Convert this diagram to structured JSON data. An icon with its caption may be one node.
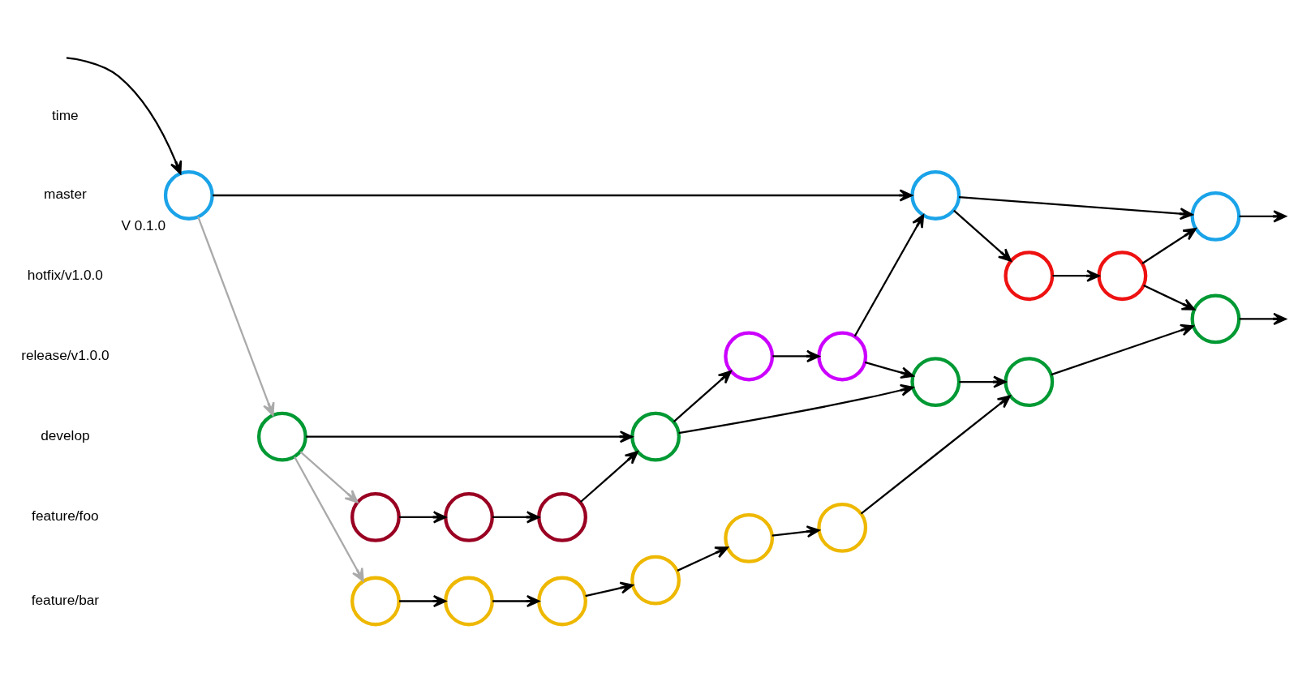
{
  "diagram": {
    "nodes": [
      {
        "text": [],
        "shape": "circle",
        "beside": [
          "V 0.1.0"
        ]
      },
      {
        "text": [],
        "shape": "circle"
      },
      {
        "text": [],
        "shape": "circle"
      },
      {
        "text": [],
        "shape": "circle"
      },
      {
        "text": [],
        "shape": "circle"
      },
      {
        "text": [],
        "shape": "circle"
      },
      {
        "text": [],
        "shape": "circle"
      },
      {
        "text": [],
        "shape": "circle"
      },
      {
        "text": [],
        "shape": "circle"
      },
      {
        "text": [],
        "shape": "circle"
      },
      {
        "text": [],
        "shape": "circle"
      },
      {
        "text": [],
        "shape": "circle"
      },
      {
        "text": [],
        "shape": "circle"
      },
      {
        "text": [],
        "shape": "circle"
      },
      {
        "text": [],
        "shape": "circle"
      },
      {
        "text": [],
        "shape": "circle"
      },
      {
        "text": [],
        "shape": "circle"
      },
      {
        "text": [],
        "shape": "circle"
      },
      {
        "text": [],
        "shape": "circle"
      },
      {
        "text": [],
        "shape": "circle"
      },
      {
        "text": [],
        "shape": "circle"
      }
    ],
    "edges": [
      {
        "from": null,
        "to": 0,
        "arrow": "to"
      },
      {
        "from": 0,
        "to": 1,
        "arrow": "to"
      },
      {
        "from": 1,
        "to": 2,
        "arrow": "to"
      },
      {
        "from": 2,
        "to": null,
        "arrow": "to"
      },
      {
        "from": 0,
        "to": 7,
        "arrow": "to",
        "color": "#aaaaaa"
      },
      {
        "from": 1,
        "to": 3,
        "arrow": "to"
      },
      {
        "from": 3,
        "to": 4,
        "arrow": "to"
      },
      {
        "from": 4,
        "to": 2,
        "arrow": "to"
      },
      {
        "from": 4,
        "to": 11,
        "arrow": "to"
      },
      {
        "from": 5,
        "to": 6,
        "arrow": "to"
      },
      {
        "from": 6,
        "to": 1,
        "arrow": "to"
      },
      {
        "from": 6,
        "to": 9,
        "arrow": "to"
      },
      {
        "from": 7,
        "to": 8,
        "arrow": "to"
      },
      {
        "from": 8,
        "to": 5,
        "arrow": "to"
      },
      {
        "from": 8,
        "to": 9,
        "arrow": "to"
      },
      {
        "from": 9,
        "to": 10,
        "arrow": "to"
      },
      {
        "from": 10,
        "to": 11,
        "arrow": "to"
      },
      {
        "from": 11,
        "to": null,
        "arrow": "to"
      },
      {
        "from": 7,
        "to": 12,
        "arrow": "to",
        "color": "#aaaaaa"
      },
      {
        "from": 7,
        "to": 15,
        "arrow": "to",
        "color": "#aaaaaa"
      },
      {
        "from": 12,
        "to": 13,
        "arrow": "to"
      },
      {
        "from": 13,
        "to": 14,
        "arrow": "to"
      },
      {
        "from": 14,
        "to": 8,
        "arrow": "to"
      },
      {
        "from": 15,
        "to": 16,
        "arrow": "to"
      },
      {
        "from": 16,
        "to": 17,
        "arrow": "to"
      },
      {
        "from": 17,
        "to": 18,
        "arrow": "to"
      },
      {
        "from": 18,
        "to": 19,
        "arrow": "to"
      },
      {
        "from": 19,
        "to": 20,
        "arrow": "to"
      },
      {
        "from": 20,
        "to": 10,
        "arrow": "to"
      }
    ],
    "labels": [
      "time",
      "master",
      "hotfix/v1.0.0",
      "release/v1.0.0",
      "develop",
      "feature/foo",
      "feature/bar"
    ]
  }
}
